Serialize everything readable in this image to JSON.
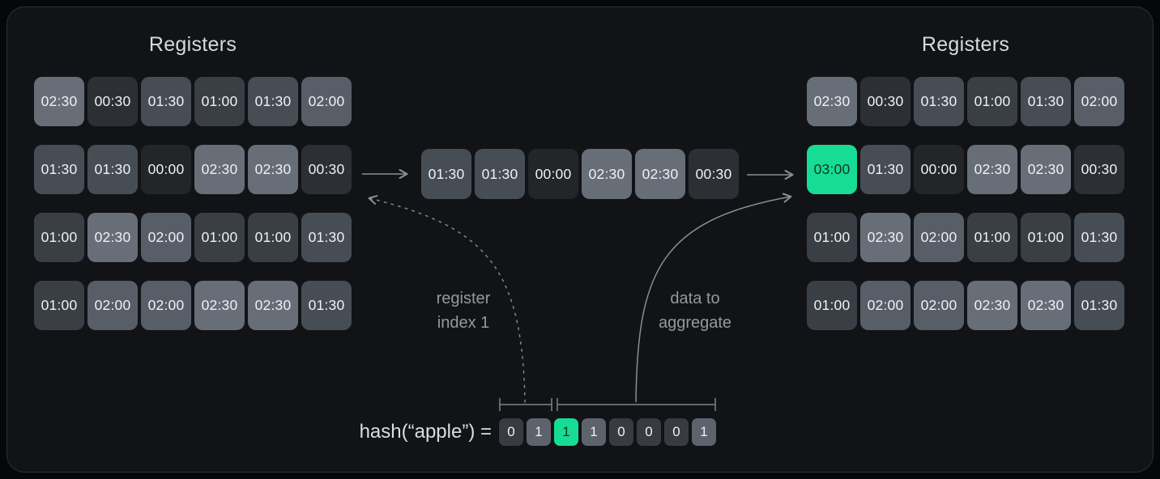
{
  "left_panel": {
    "title": "Registers",
    "rows": [
      [
        "02:30",
        "00:30",
        "01:30",
        "01:00",
        "01:30",
        "02:00"
      ],
      [
        "01:30",
        "01:30",
        "00:00",
        "02:30",
        "02:30",
        "00:30"
      ],
      [
        "01:00",
        "02:30",
        "02:00",
        "01:00",
        "01:00",
        "01:30"
      ],
      [
        "01:00",
        "02:00",
        "02:00",
        "02:30",
        "02:30",
        "01:30"
      ]
    ]
  },
  "aggregation_row": {
    "values": [
      "01:30",
      "01:30",
      "00:00",
      "02:30",
      "02:30",
      "00:30"
    ]
  },
  "right_panel": {
    "title": "Registers",
    "rows": [
      [
        "02:30",
        "00:30",
        "01:30",
        "01:00",
        "01:30",
        "02:00"
      ],
      [
        "03:00",
        "01:30",
        "00:00",
        "02:30",
        "02:30",
        "00:30"
      ],
      [
        "01:00",
        "02:30",
        "02:00",
        "01:00",
        "01:00",
        "01:30"
      ],
      [
        "01:00",
        "02:00",
        "02:00",
        "02:30",
        "02:30",
        "01:30"
      ]
    ],
    "highlight": {
      "row": 1,
      "col": 0,
      "value": "03:00"
    }
  },
  "hash": {
    "label": "hash(“apple”) =",
    "bits": [
      "0",
      "1",
      "1",
      "1",
      "0",
      "0",
      "0",
      "1"
    ],
    "highlight_index": 2,
    "index_bits_count": 2
  },
  "annotations": {
    "register_index": [
      "register",
      "index 1"
    ],
    "data_aggregate": [
      "data to",
      "aggregate"
    ]
  },
  "colors": {
    "accent": "#17dc94",
    "accent_text": "#0d3526",
    "accent_value": "03:00",
    "cell_text": "#f0f1f3",
    "arrow": "#8b8e93",
    "cell_values": {
      "00:00": "#232529",
      "00:30": "#2c3035",
      "01:00": "#3a3f46",
      "01:30": "#474d55",
      "02:00": "#575e68",
      "02:30": "#676e78",
      "03:00": "#17dc94"
    },
    "bit_zero": "#383b41",
    "bit_one": "#5d636d"
  }
}
